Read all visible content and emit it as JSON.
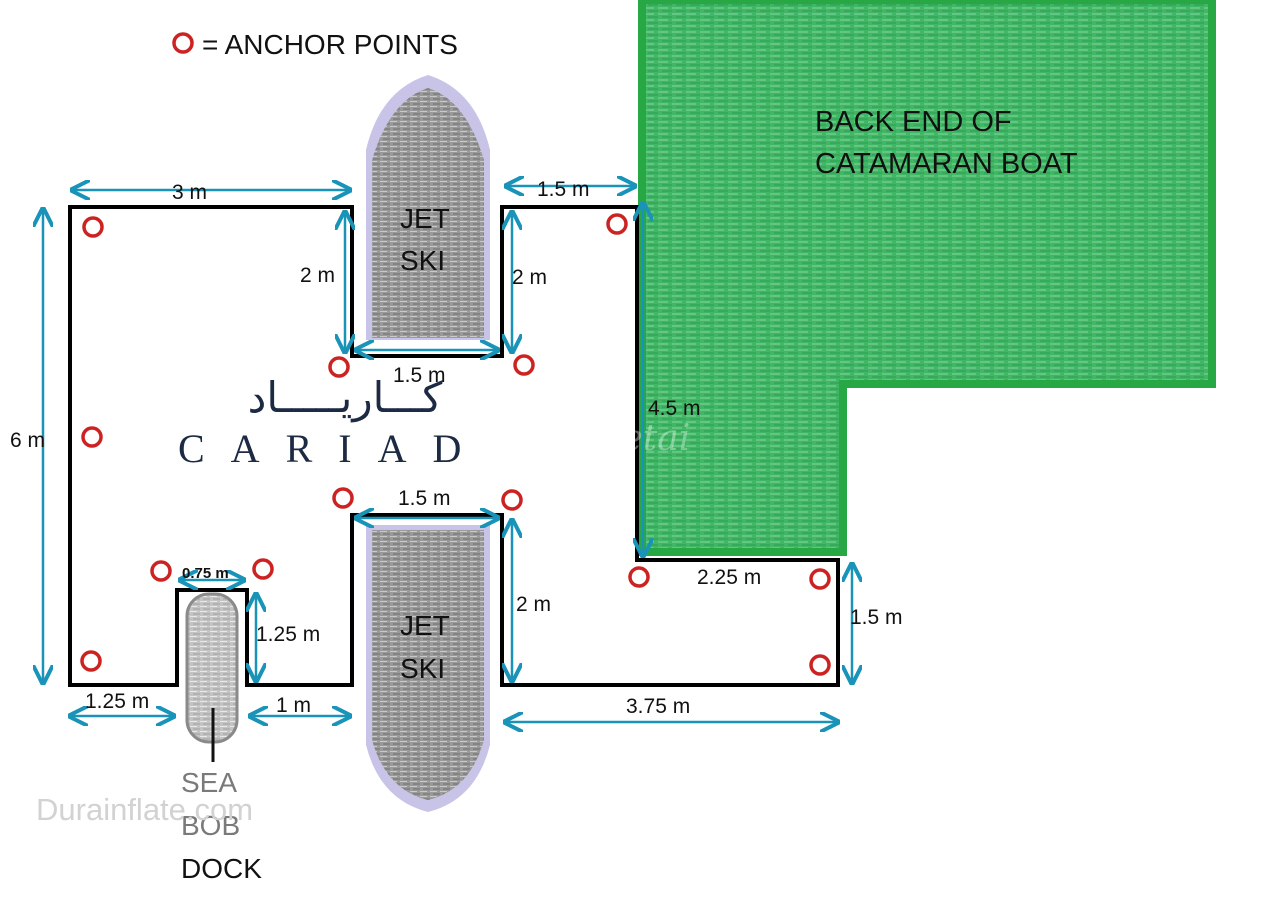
{
  "legend": {
    "label": "= ANCHOR POINTS"
  },
  "boat": {
    "line1": "BACK END OF",
    "line2": "CATAMARAN BOAT",
    "fill": "#3fb765",
    "border": "#27a844"
  },
  "jetski_top": {
    "line1": "JET",
    "line2": "SKI"
  },
  "jetski_bottom": {
    "line1": "JET",
    "line2": "SKI"
  },
  "seabob": {
    "line1": "SEA",
    "line2": "BOB",
    "line3": "DOCK"
  },
  "brand": {
    "arabic": "كـــاريـــــاد",
    "latin": "CARIAD"
  },
  "watermarks": {
    "durainflate": "Durainflate.com",
    "faint": "Netai"
  },
  "dimensions": {
    "top_left_width": "3 m",
    "top_mid_gap": "1.5 m",
    "left_height": "6 m",
    "notch_left_height": "2 m",
    "notch_right_height": "2 m",
    "notch_bottom_width": "1.5 m",
    "boat_edge_height": "4.5 m",
    "lower_notch_width": "1.5 m",
    "lower_notch_height": "2 m",
    "seabob_width": "0.75 m",
    "seabob_height": "1.25 m",
    "bottom_left_width": "1.25 m",
    "bottom_mid_width": "1 m",
    "bottom_right_width": "3.75 m",
    "right_step_width": "2.25 m",
    "right_step_height": "1.5 m"
  },
  "colors": {
    "outline": "#000000",
    "arrow": "#1a93b8",
    "anchor": "#cc2222",
    "jetski_hull": "#c8c4e8"
  }
}
